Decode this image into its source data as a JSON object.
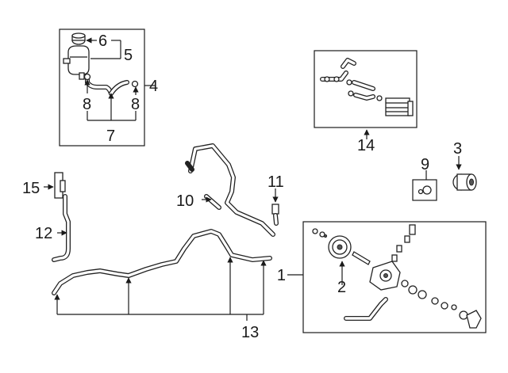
{
  "diagram": {
    "callouts": {
      "c1": "1",
      "c2": "2",
      "c3": "3",
      "c4": "4",
      "c5": "5",
      "c6": "6",
      "c7": "7",
      "c8a": "8",
      "c8b": "8",
      "c9": "9",
      "c10": "10",
      "c11": "11",
      "c12": "12",
      "c13": "13",
      "c14": "14",
      "c15": "15"
    }
  }
}
